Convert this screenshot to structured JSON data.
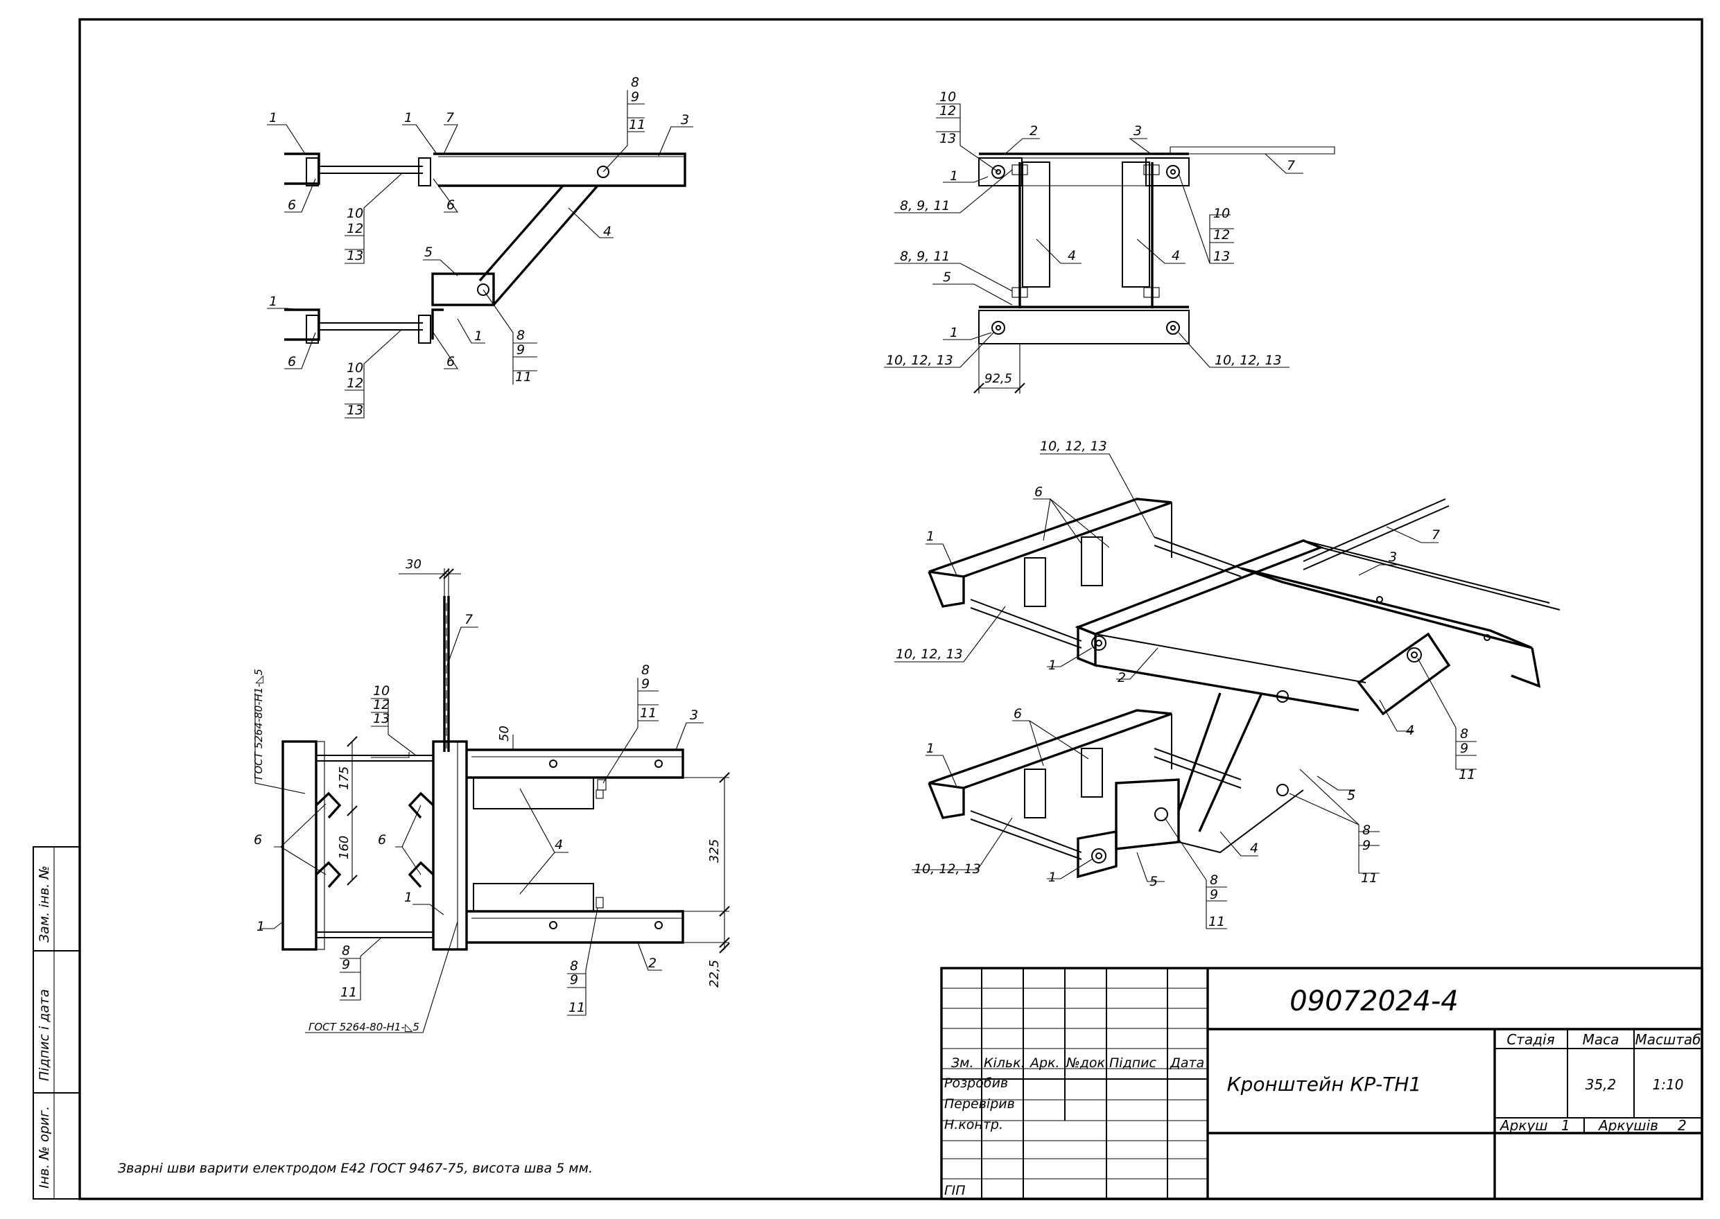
{
  "title_block": {
    "designation": "09072024-4",
    "name": "Кронштейн КР-ТН1",
    "stage_header": "Стадія",
    "mass_header": "Маса",
    "scale_header": "Масштаб",
    "mass": "35,2",
    "scale": "1:10",
    "sheet_label": "Аркуш",
    "sheet_value": "1",
    "sheets_label": "Аркушів",
    "sheets_value": "2",
    "columns": [
      "Зм.",
      "Кільк.",
      "Арк.",
      "№док.",
      "Підпис",
      "Дата"
    ],
    "roles": [
      "Розробив",
      "Перевірив",
      "Н.контр.",
      "ГІП"
    ]
  },
  "side_margin": {
    "field_1": "Зам. інв. №",
    "field_2": "Підпис і дата",
    "field_3": "Інв. № ориг."
  },
  "note": "Зварні шви варити електродом Е42 ГОСТ 9467-75, висота шва 5 мм.",
  "view_top_left": {
    "callouts": [
      "1",
      "1",
      "7",
      "8",
      "9",
      "11",
      "3",
      "6",
      "6",
      "10",
      "12",
      "13",
      "4",
      "5",
      "1",
      "6",
      "6",
      "1",
      "8",
      "9",
      "11",
      "10",
      "12",
      "13"
    ]
  },
  "view_top_right": {
    "callouts": [
      "10",
      "12",
      "13",
      "2",
      "3",
      "1",
      "8, 9, 11",
      "7",
      "10",
      "12",
      "13",
      "4",
      "4",
      "8, 9, 11",
      "5",
      "1",
      "10, 12, 13",
      "10, 12, 13"
    ],
    "dimension": "92,5"
  },
  "view_bottom_left": {
    "dims": [
      "30",
      "50",
      "175",
      "160",
      "325",
      "22,5"
    ],
    "weld_note_left": "ГОСТ 5264-80-Н1-◺5",
    "weld_note_bottom": "ГОСТ 5264-80-Н1-◺5",
    "callouts": [
      "7",
      "10",
      "12",
      "13",
      "8",
      "9",
      "11",
      "3",
      "6",
      "6",
      "4",
      "1",
      "1",
      "8",
      "9",
      "11",
      "8",
      "9",
      "11",
      "2"
    ]
  },
  "view_iso": {
    "callouts": [
      "10, 12, 13",
      "6",
      "7",
      "1",
      "3",
      "10, 12, 13",
      "1",
      "2",
      "4",
      "8",
      "9",
      "11",
      "6",
      "1",
      "5",
      "8",
      "9",
      "11",
      "10, 12, 13",
      "1",
      "4",
      "5",
      "8",
      "9",
      "11"
    ]
  }
}
